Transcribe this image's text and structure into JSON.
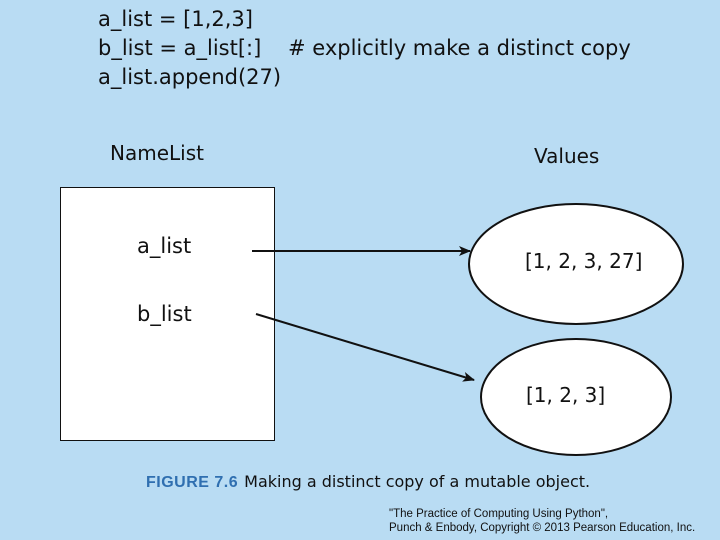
{
  "code": {
    "lines": [
      "a_list = [1,2,3]",
      "b_list = a_list[:]    # explicitly make a distinct copy",
      "a_list.append(27)"
    ]
  },
  "diagram": {
    "namelist_label": "NameList",
    "values_label": "Values",
    "names": [
      "a_list",
      "b_list"
    ],
    "values": [
      "[1, 2, 3, 27]",
      "[1, 2, 3]"
    ]
  },
  "caption": {
    "figure_number": "FIGURE 7.6",
    "text": "Making a distinct copy of a mutable object."
  },
  "credit": {
    "line1": "\"The Practice of Computing Using Python\",",
    "line2": "Punch & Enbody, Copyright © 2013 Pearson Education, Inc."
  }
}
